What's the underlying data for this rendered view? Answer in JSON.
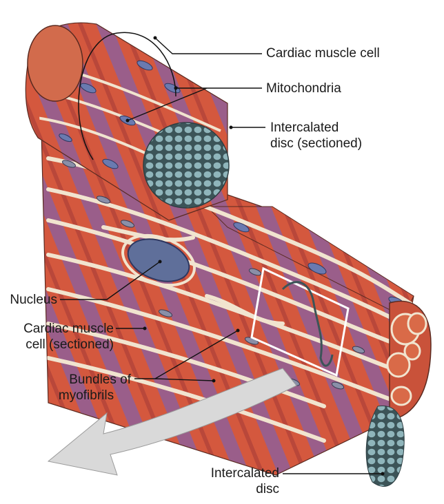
{
  "labels": {
    "cardiac_muscle_cell": "Cardiac muscle cell",
    "mitochondria": "Mitochondria",
    "intercalated_disc_sectioned": [
      "Intercalated",
      "disc (sectioned)"
    ],
    "nucleus": "Nucleus",
    "cardiac_muscle_cell_sectioned": [
      "Cardiac muscle",
      "cell (sectioned)"
    ],
    "bundles_of_myofibrils": [
      "Bundles of",
      "myofibrils"
    ],
    "intercalated_disc": [
      "Intercalated",
      "disc"
    ]
  },
  "colors": {
    "muscle": "#d4583e",
    "muscle_dark": "#b8422e",
    "band": "#7e6aa4",
    "nucleus": "#5f6f9a",
    "disc": "#7fa6ac",
    "connective": "#f1e4cf"
  }
}
